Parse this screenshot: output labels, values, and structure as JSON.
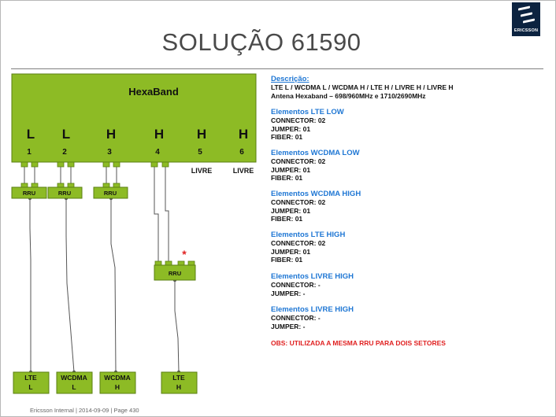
{
  "title": "SOLUÇÃO 61590",
  "logo": {
    "text": "ERICSSON"
  },
  "antenna": {
    "name": "HexaBand",
    "ports": [
      {
        "band": "L",
        "number": "1",
        "note": ""
      },
      {
        "band": "L",
        "number": "2",
        "note": ""
      },
      {
        "band": "H",
        "number": "3",
        "note": ""
      },
      {
        "band": "H",
        "number": "4",
        "note": ""
      },
      {
        "band": "H",
        "number": "5",
        "note": "LIVRE"
      },
      {
        "band": "H",
        "number": "6",
        "note": "LIVRE"
      }
    ]
  },
  "rrus": [
    "RRU",
    "RRU",
    "RRU",
    "RRU"
  ],
  "asterisk": "*",
  "sectors": [
    {
      "line1": "LTE",
      "line2": "L"
    },
    {
      "line1": "WCDMA",
      "line2": "L"
    },
    {
      "line1": "WCDMA",
      "line2": "H"
    },
    {
      "line1": "LTE",
      "line2": "H"
    }
  ],
  "description": {
    "label": "Descrição:",
    "line1": "LTE L / WCDMA L / WCDMA H / LTE H / LIVRE H / LIVRE H",
    "line2": "Antena Hexaband – 698/960MHz  e  1710/2690MHz"
  },
  "groups": [
    {
      "heading": "Elementos LTE LOW",
      "lines": [
        "CONNECTOR: 02",
        "JUMPER: 01",
        "FIBER: 01"
      ]
    },
    {
      "heading": "Elementos WCDMA LOW",
      "lines": [
        "CONNECTOR: 02",
        "JUMPER: 01",
        "FIBER: 01"
      ]
    },
    {
      "heading": "Elementos WCDMA HIGH",
      "lines": [
        "CONNECTOR: 02",
        "JUMPER: 01",
        "FIBER: 01"
      ]
    },
    {
      "heading": "Elementos LTE HIGH",
      "lines": [
        "CONNECTOR: 02",
        "JUMPER: 01",
        "FIBER: 01"
      ]
    },
    {
      "heading": "Elementos LIVRE HIGH",
      "lines": [
        "CONNECTOR: -",
        "JUMPER: -"
      ]
    },
    {
      "heading": "Elementos LIVRE HIGH",
      "lines": [
        "CONNECTOR: -",
        "JUMPER: -"
      ]
    }
  ],
  "obs": "OBS: UTILIZADA A MESMA RRU PARA DOIS SETORES",
  "footer": "Ericsson Internal  |  2014-09-09  |  Page 430",
  "colors": {
    "green": "#8dbb25",
    "border": "#5a7f12",
    "heading": "#1f77d4",
    "alert": "#e02020"
  }
}
